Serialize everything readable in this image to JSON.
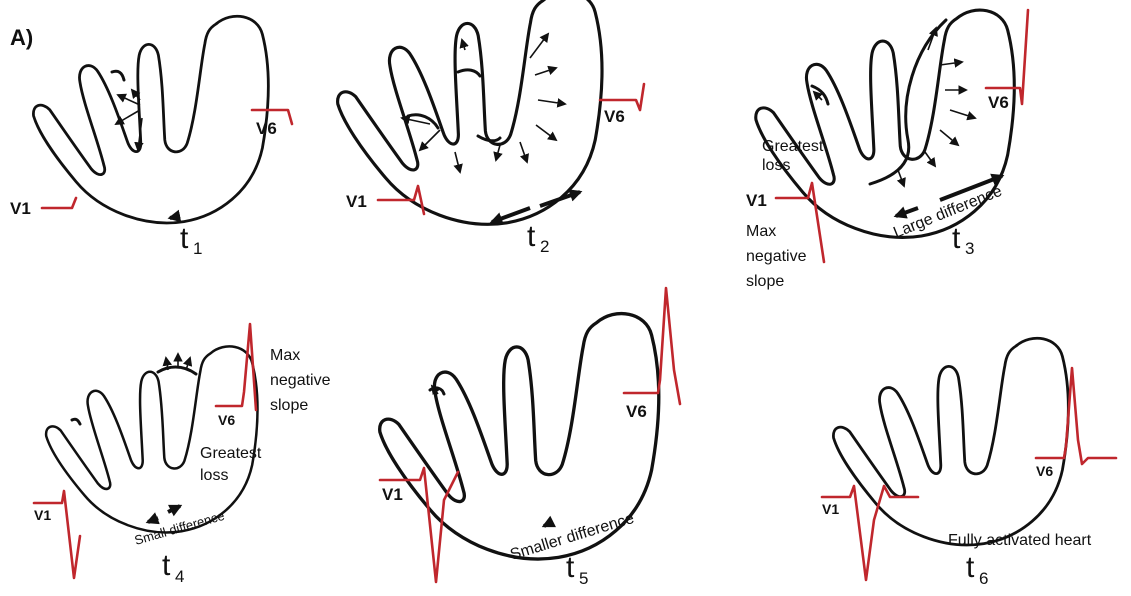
{
  "figure": {
    "panel_label": "A)",
    "ecg_color": "#c0272d",
    "stroke_color": "#111111",
    "panels": [
      {
        "time_label": {
          "base": "t",
          "sub": "1"
        },
        "lead_v1": "V1",
        "lead_v6": "V6",
        "annotations": []
      },
      {
        "time_label": {
          "base": "t",
          "sub": "2"
        },
        "lead_v1": "V1",
        "lead_v6": "V6",
        "annotations": []
      },
      {
        "time_label": {
          "base": "t",
          "sub": "3"
        },
        "lead_v1": "V1",
        "lead_v6": "V6",
        "annotations": [
          "Greatest",
          "loss",
          "Max",
          "negative",
          "slope",
          "Large difference"
        ]
      },
      {
        "time_label": {
          "base": "t",
          "sub": "4"
        },
        "lead_v1": "V1",
        "lead_v6": "V6",
        "annotations": [
          "Max",
          "negative",
          "slope",
          "Greatest",
          "loss",
          "Small difference"
        ]
      },
      {
        "time_label": {
          "base": "t",
          "sub": "5"
        },
        "lead_v1": "V1",
        "lead_v6": "V6",
        "annotations": [
          "Smaller difference"
        ]
      },
      {
        "time_label": {
          "base": "t",
          "sub": "6"
        },
        "lead_v1": "V1",
        "lead_v6": "V6",
        "annotations": [
          "Fully activated heart"
        ]
      }
    ]
  }
}
